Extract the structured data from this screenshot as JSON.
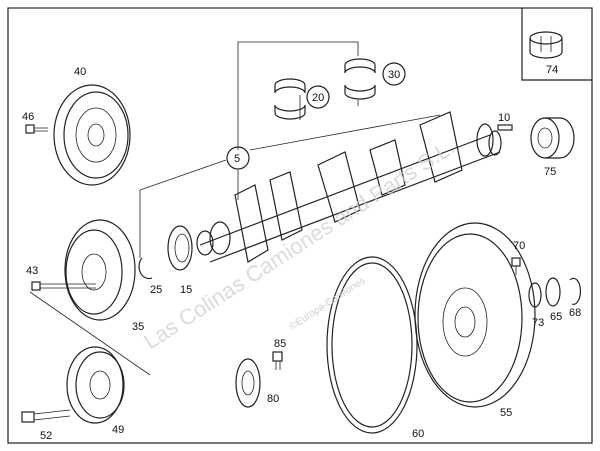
{
  "diagram": {
    "title": "Crankshaft assembly parts diagram",
    "labels": {
      "p40": "40",
      "p46": "46",
      "p5": "5",
      "p20": "20",
      "p30": "30",
      "p10": "10",
      "p74": "74",
      "p75": "75",
      "p43": "43",
      "p25": "25",
      "p15": "15",
      "p35": "35",
      "p70": "70",
      "p73": "73",
      "p65": "65",
      "p68": "68",
      "p85": "85",
      "p80": "80",
      "p55": "55",
      "p60": "60",
      "p52": "52",
      "p49": "49"
    },
    "watermark": {
      "main": "Las Colinas Camiones and Parts S.L.",
      "small": "©Europa-Camiones"
    }
  }
}
